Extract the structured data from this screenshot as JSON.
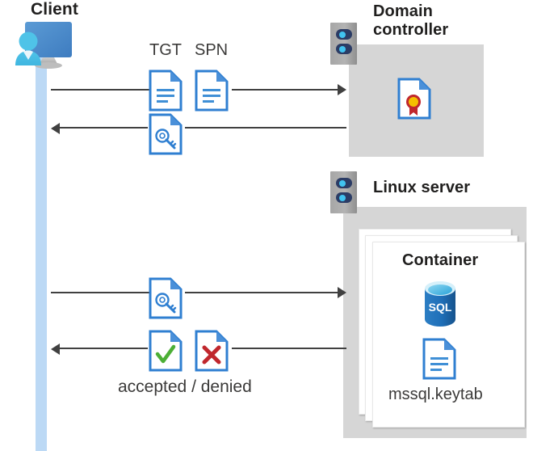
{
  "diagram": {
    "title": "Kerberos authentication flow: Client, Domain controller, Linux server container",
    "background": "#ffffff",
    "colors": {
      "zone_gray": "#d6d6d6",
      "lifeline_blue": "#bcd9f5",
      "doc_blue": "#2f7fd1",
      "doc_fold_blue": "#4a90d9",
      "arrow_gray": "#404040",
      "accent_check_green": "#4caf35",
      "accent_x_red": "#c0272d",
      "sql_blue": "#1f6fb8",
      "cert_yellow": "#f5c000",
      "cert_red": "#c0272d",
      "rack_navy": "#2b3c65",
      "rack_dot_cyan": "#41c3f0",
      "text_dark": "#201f1e"
    }
  },
  "actors": {
    "client": {
      "label": "Client",
      "icon": "user-monitor-icon"
    },
    "domain_controller": {
      "label_line1": "Domain",
      "label_line2": "controller",
      "icon": "server-rack-icon",
      "contents": [
        {
          "name": "certificate-icon",
          "label": ""
        }
      ]
    },
    "linux_server": {
      "label": "Linux server",
      "icon": "server-rack-icon",
      "container": {
        "label": "Container",
        "stack_count": 3,
        "items": [
          {
            "name": "sql-database-icon",
            "label": "SQL"
          },
          {
            "name": "keytab-document-icon",
            "label": "mssql.keytab"
          }
        ]
      }
    }
  },
  "messages": [
    {
      "id": "msg-1",
      "direction": "right",
      "from": "client",
      "to": "domain_controller",
      "icons": [
        {
          "name": "document-icon",
          "label": "TGT"
        },
        {
          "name": "document-icon",
          "label": "SPN"
        }
      ],
      "caption": ""
    },
    {
      "id": "msg-2",
      "direction": "left",
      "from": "domain_controller",
      "to": "client",
      "icons": [
        {
          "name": "key-document-icon",
          "label": ""
        }
      ],
      "caption": ""
    },
    {
      "id": "msg-3",
      "direction": "right",
      "from": "client",
      "to": "linux_server",
      "icons": [
        {
          "name": "key-document-icon",
          "label": ""
        }
      ],
      "caption": ""
    },
    {
      "id": "msg-4",
      "direction": "left",
      "from": "linux_server",
      "to": "client",
      "icons": [
        {
          "name": "check-document-icon",
          "label": ""
        },
        {
          "name": "x-document-icon",
          "label": ""
        }
      ],
      "caption": "accepted / denied"
    }
  ],
  "labels": {
    "tgt": "TGT",
    "spn": "SPN",
    "accepted_denied": "accepted / denied",
    "sql": "SQL",
    "keytab": "mssql.keytab",
    "container": "Container",
    "client": "Client",
    "domain_line1": "Domain",
    "domain_line2": "controller",
    "linux": "Linux server"
  }
}
